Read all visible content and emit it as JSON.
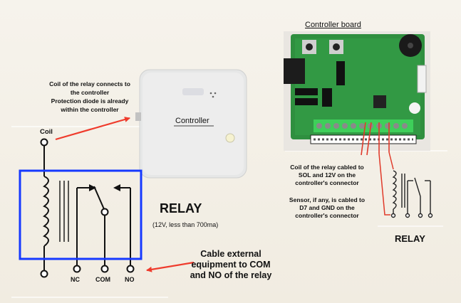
{
  "labels": {
    "coil_note": [
      "Coil of the relay connects to",
      "the controller",
      "Protection diode is already",
      "within the controller"
    ],
    "controller": "Controller",
    "controller_board": "Controller board",
    "coil": "Coil",
    "relay_title": "RELAY",
    "relay_spec": "(12V, less than 700ma)",
    "terminal_nc": "NC",
    "terminal_com": "COM",
    "terminal_no": "NO",
    "cable_note": [
      "Cable external",
      "equipment to COM",
      "and NO of the relay"
    ],
    "sol_note": [
      "Coil of the relay cabled to",
      "SOL and 12V on the",
      "controller's connector"
    ],
    "sensor_note": [
      "Sensor, if any, is cabled to",
      "D7 and GND on the",
      "controller's connector"
    ],
    "relay_right": "RELAY"
  },
  "colors": {
    "highlight_box": "#1639ff",
    "arrow": "#ef3b2c",
    "board_green": "#2f8f3f",
    "wire_red": "#e03a2a"
  }
}
